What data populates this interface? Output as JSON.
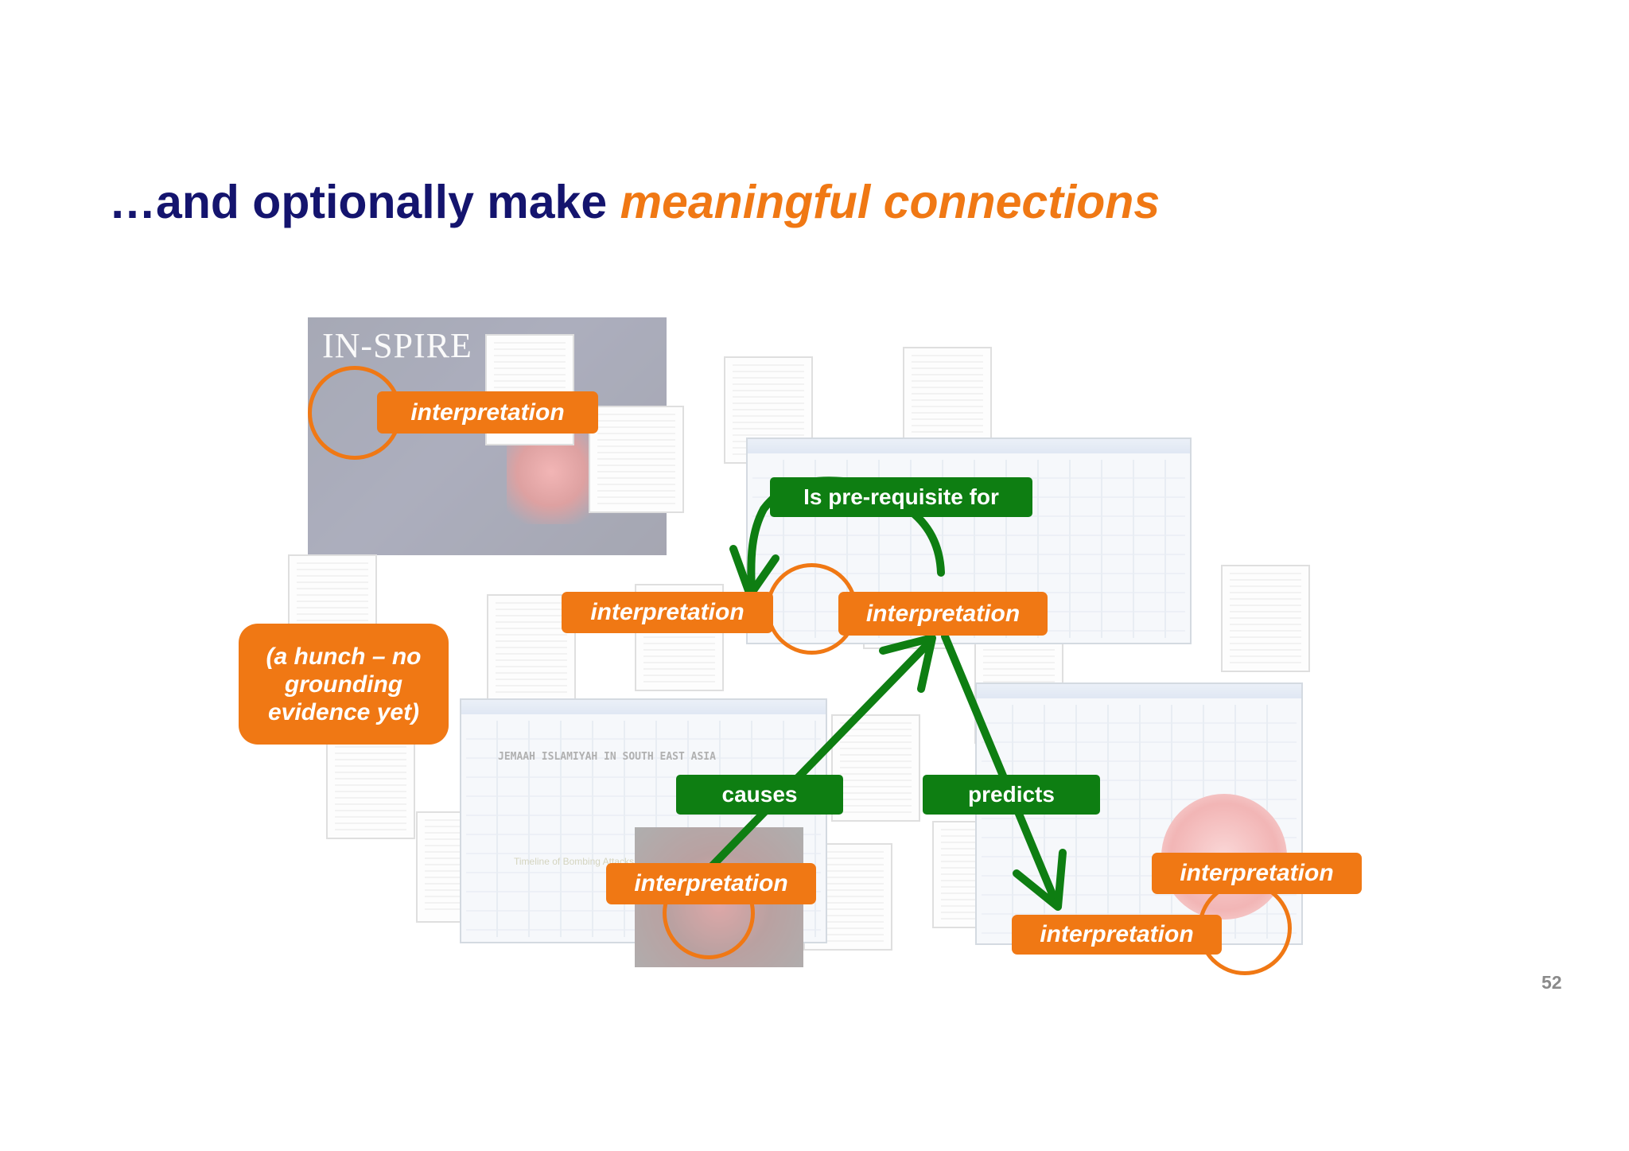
{
  "slide": {
    "title_plain": "…and optionally make ",
    "title_accent": "meaningful connections",
    "page_number": "52",
    "background_app_text": {
      "inspire_logo": "IN-SPIRE",
      "timeline_heading": "JEMAAH ISLAMIYAH IN SOUTH EAST ASIA",
      "timeline_subheading": "Timeline of Bombing Attacks"
    }
  },
  "labels": {
    "interpretation_1": "interpretation",
    "interpretation_2": "interpretation",
    "interpretation_3": "interpretation",
    "interpretation_4": "interpretation",
    "interpretation_5": "interpretation",
    "interpretation_6": "interpretation",
    "hunch": "(a hunch – no grounding evidence yet)"
  },
  "relations": {
    "prerequisite": "Is pre-requisite for",
    "causes": "causes",
    "predicts": "predicts"
  },
  "colors": {
    "title": "#14146e",
    "accent": "#f07814",
    "relation_green": "#0e7e12",
    "page_number": "#8a8a8a"
  }
}
